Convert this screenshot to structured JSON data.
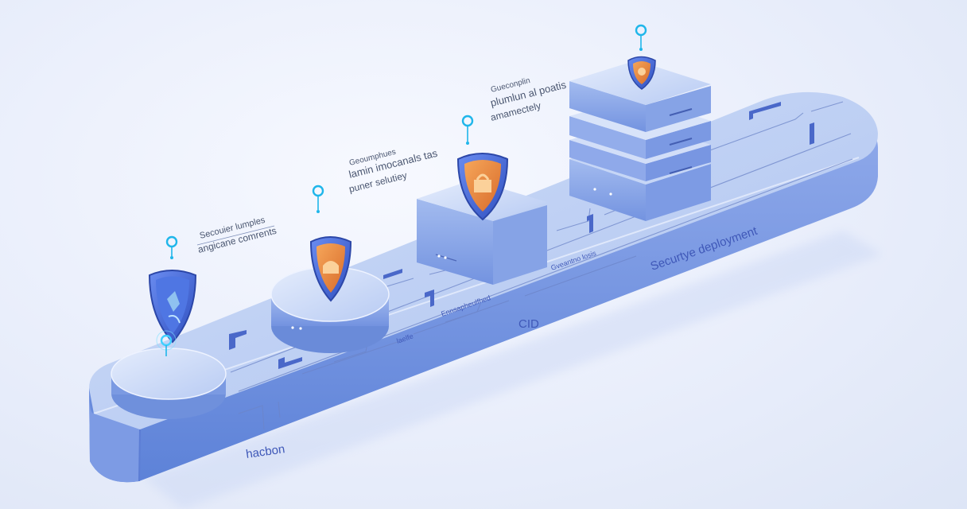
{
  "diagram": {
    "platform_labels": {
      "start": "hacbon",
      "middle": "CID",
      "end": "Securtye deployment"
    },
    "stage_annotations": [
      {
        "line1": "Secouier lumples",
        "line2": "angicane comrents"
      },
      {
        "line1": "Geoumphues",
        "line2": "lamin imocanals tas",
        "line3": "puner selutiey"
      },
      {
        "line1": "Gueconplin",
        "line2": "plumlun al poatis",
        "line3": "amamectely"
      }
    ],
    "track_labels": [
      "laelfe",
      "Ennsapheulfhed",
      "Gveantno losis"
    ],
    "icons": {
      "shield": "shield-icon",
      "pin": "location-pin-icon",
      "server": "server-stack-icon"
    },
    "colors": {
      "platform_top": "#b9cdf3",
      "platform_side": "#6f93e0",
      "shield_blue": "#3b5fd0",
      "shield_orange": "#e8833d",
      "pin_cyan": "#1fb6ea",
      "text_dark": "#4a5670"
    }
  }
}
